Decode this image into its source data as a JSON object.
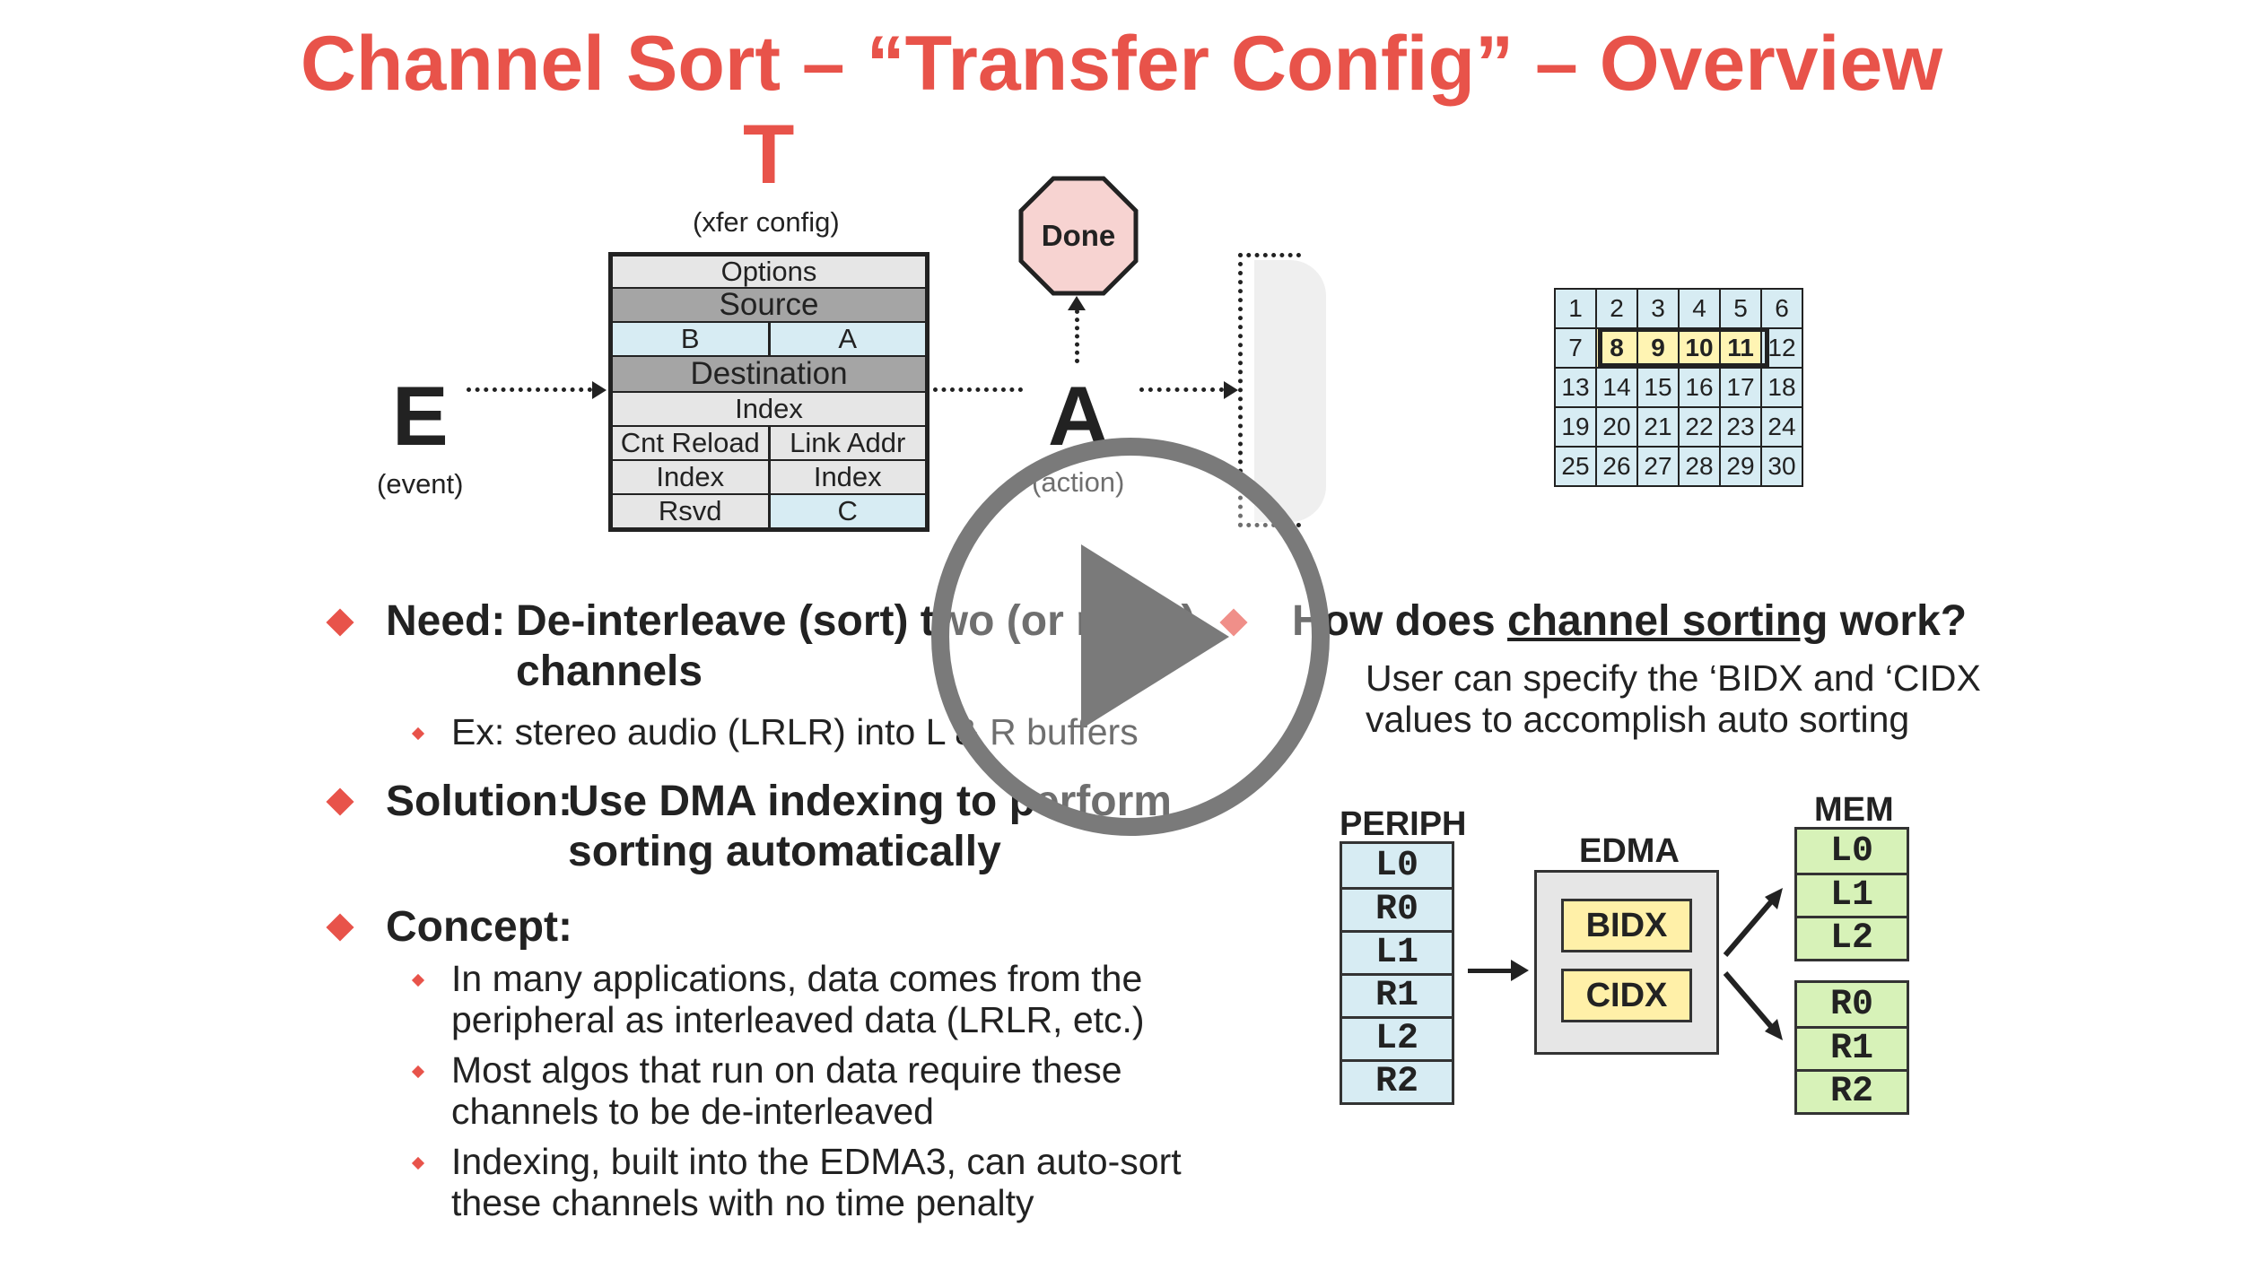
{
  "slide": {
    "title": "Channel Sort – “Transfer Config” – Overview",
    "t_letter": "T",
    "t_caption": "(xfer config)",
    "e_letter": "E",
    "e_caption": "(event)",
    "a_letter": "A",
    "a_caption": "(action)",
    "done_label": "Done"
  },
  "transfer_config": {
    "options": "Options",
    "source": "Source",
    "b": "B",
    "a": "A",
    "destination": "Destination",
    "index": "Index",
    "cnt_reload": "Cnt Reload",
    "link_addr": "Link Addr",
    "index_left": "Index",
    "index_right": "Index",
    "rsvd": "Rsvd",
    "c": "C"
  },
  "number_grid": {
    "rows": [
      [
        "1",
        "2",
        "3",
        "4",
        "5",
        "6"
      ],
      [
        "7",
        "8",
        "9",
        "10",
        "11",
        "12"
      ],
      [
        "13",
        "14",
        "15",
        "16",
        "17",
        "18"
      ],
      [
        "19",
        "20",
        "21",
        "22",
        "23",
        "24"
      ],
      [
        "25",
        "26",
        "27",
        "28",
        "29",
        "30"
      ]
    ],
    "highlighted": [
      "8",
      "9",
      "10",
      "11"
    ]
  },
  "left_bullets": {
    "need_label": "Need:",
    "need_text_line1": "De-interleave (sort) two (or more)",
    "need_text_line2": "channels",
    "need_sub": "Ex:  stereo audio (LRLR) into L & R buffers",
    "solution_label": "Solution:",
    "solution_line1": "Use DMA indexing to perform",
    "solution_line2": "sorting automatically",
    "concept_label": "Concept:",
    "concept_items": [
      {
        "line1": "In many applications, data comes from the",
        "line2": "peripheral as interleaved data (LRLR, etc.)"
      },
      {
        "line1": "Most algos that run on data require these",
        "line2": "channels to be de-interleaved"
      },
      {
        "line1": "Indexing, built into the EDMA3, can auto-sort",
        "line2": "these channels with no time penalty"
      }
    ]
  },
  "right_bullets": {
    "question_prefix": "How does ",
    "question_underlined": "channel sorting",
    "question_suffix": " work?",
    "answer_line1": "User can specify the ‘BIDX and ‘CIDX",
    "answer_line2": "values to accomplish auto sorting"
  },
  "diagram": {
    "periph_label": "PERIPH",
    "periph_items": [
      "L0",
      "R0",
      "L1",
      "R1",
      "L2",
      "R2"
    ],
    "edma_label": "EDMA",
    "bidx": "BIDX",
    "cidx": "CIDX",
    "mem_label": "MEM",
    "mem_left": [
      "L0",
      "L1",
      "L2"
    ],
    "mem_right": [
      "R0",
      "R1",
      "R2"
    ]
  },
  "player": {
    "play_icon": "play-icon"
  },
  "colors": {
    "accent_red": "#e8534a",
    "cell_blue": "#d7ecf3",
    "cell_green": "#d7f2b8",
    "cell_yellow": "#fff0a8",
    "overlay_grey": "#7a7a7a"
  }
}
